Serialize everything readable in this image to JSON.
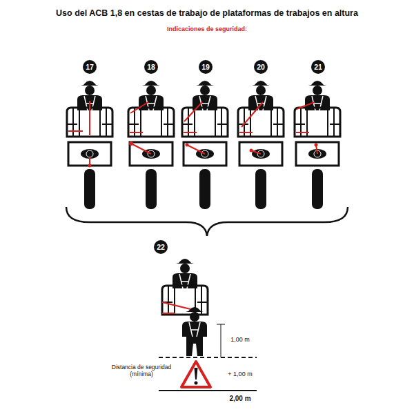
{
  "diagram": {
    "title": "Uso del ACB 1,8 en cestas de trabajo de plataformas de trabajos en altura",
    "nodes": [
      {
        "text": [
          "17"
        ]
      },
      {
        "text": [
          "18"
        ]
      },
      {
        "text": [
          "19"
        ]
      },
      {
        "text": [
          "20"
        ]
      },
      {
        "text": [
          "21"
        ]
      },
      {
        "text": [
          "22"
        ]
      }
    ],
    "labels": [
      "Indicaciones de seguridad:",
      "1,00 m",
      "Distancia de seguridad (mínima)",
      "+ 1,00 m",
      "2,00 m"
    ]
  }
}
